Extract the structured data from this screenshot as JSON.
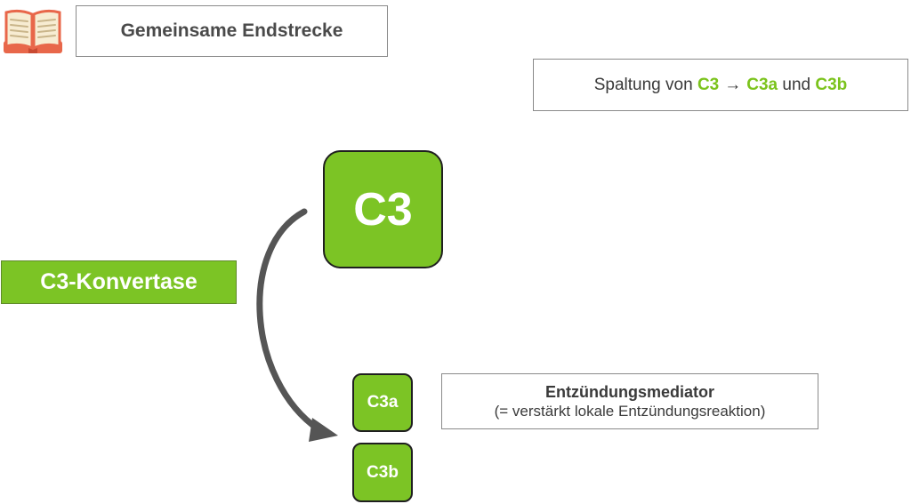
{
  "header": {
    "icon": "open-book-icon",
    "title": "Gemeinsame Endstrecke"
  },
  "cleavage": {
    "prefix": "Spaltung von ",
    "source": "C3",
    "arrow": "→",
    "product_a": "C3a",
    "conjunction": " und ",
    "product_b": "C3b"
  },
  "enzyme": {
    "label": "C3-Konvertase"
  },
  "nodes": {
    "c3": "C3",
    "c3a": "C3a",
    "c3b": "C3b"
  },
  "mediator": {
    "title": "Entzündungsmediator",
    "subtitle": "(= verstärkt lokale Entzündungsreaktion)"
  },
  "colors": {
    "green": "#7cc425",
    "highlight_text": "#7bc31c",
    "arrow": "#555555"
  }
}
